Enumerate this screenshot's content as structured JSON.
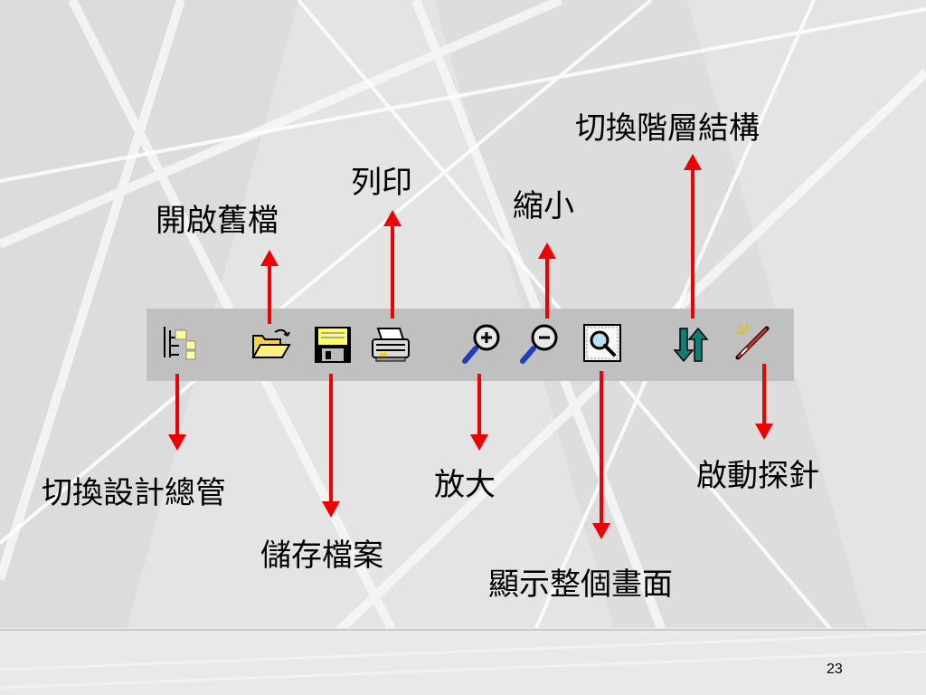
{
  "toolbar": {
    "buttons": [
      {
        "id": "toggle-design-manager",
        "label": "切換設計總管",
        "icon": "tree-hierarchy-icon"
      },
      {
        "id": "open-file",
        "label": "開啟舊檔",
        "icon": "open-folder-icon"
      },
      {
        "id": "save-file",
        "label": "儲存檔案",
        "icon": "floppy-disk-icon"
      },
      {
        "id": "print",
        "label": "列印",
        "icon": "printer-icon"
      },
      {
        "id": "zoom-in",
        "label": "放大",
        "icon": "zoom-in-icon"
      },
      {
        "id": "zoom-out",
        "label": "縮小",
        "icon": "zoom-out-icon"
      },
      {
        "id": "zoom-fit",
        "label": "顯示整個畫面",
        "icon": "zoom-fit-icon"
      },
      {
        "id": "toggle-hierarchy",
        "label": "切換階層結構",
        "icon": "hierarchy-arrows-icon"
      },
      {
        "id": "probe",
        "label": "啟動探針",
        "icon": "probe-icon"
      }
    ]
  },
  "slide": {
    "page_number": "23"
  },
  "colors": {
    "arrow": "#ee0000",
    "toolbar_bg": "#c0c0c0",
    "background": "#e6e6e6"
  }
}
